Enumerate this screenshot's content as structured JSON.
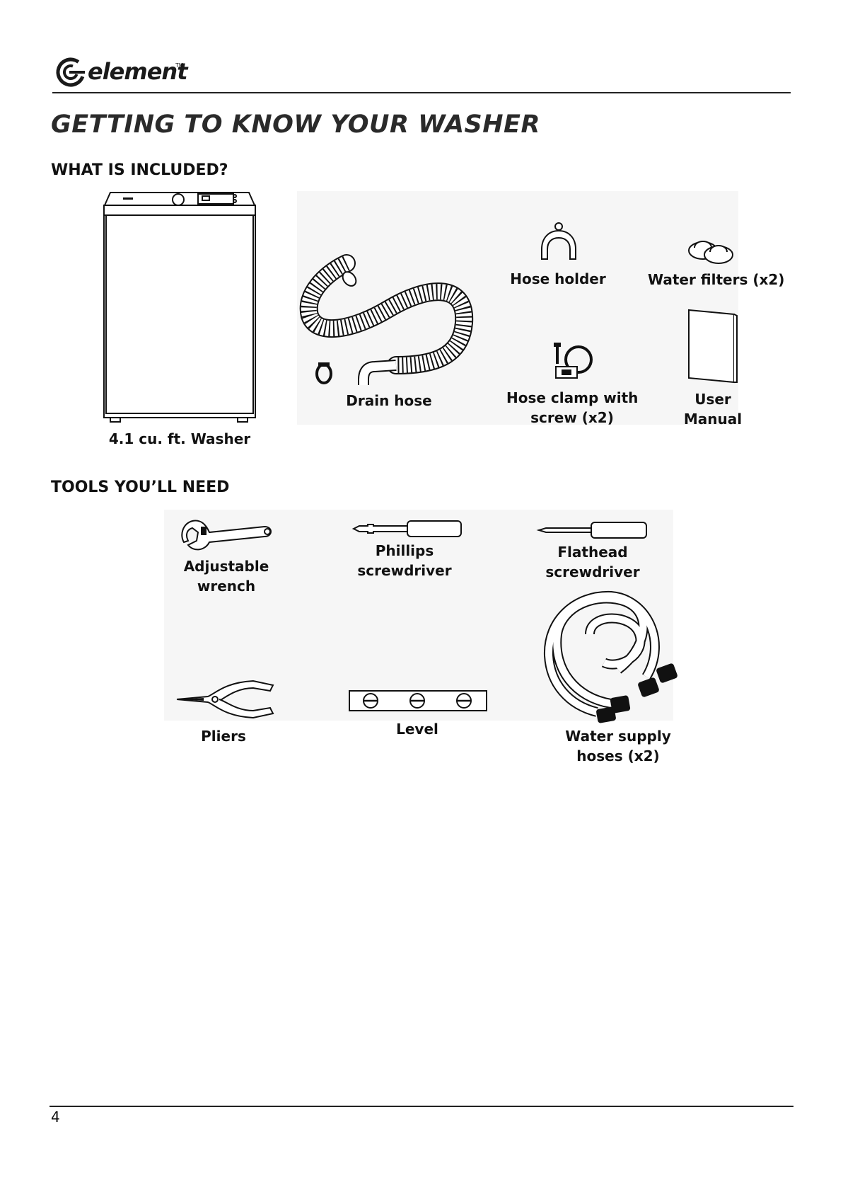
{
  "header": {
    "brand": "element",
    "trademark": "TM"
  },
  "page_title": "GETTING TO KNOW YOUR WASHER",
  "included": {
    "heading": "WHAT IS INCLUDED?",
    "items": [
      {
        "label": "4.1 cu. ft. Washer",
        "icon": "washer-icon"
      },
      {
        "label": "Drain hose",
        "icon": "drain-hose-icon"
      },
      {
        "label": "Hose holder",
        "icon": "hose-holder-icon"
      },
      {
        "label": "Water filters (x2)",
        "icon": "water-filters-icon"
      },
      {
        "label_line1": "Hose clamp with",
        "label_line2": "screw (x2)",
        "icon": "hose-clamp-icon"
      },
      {
        "label_line1": "User",
        "label_line2": "Manual",
        "icon": "user-manual-icon"
      }
    ]
  },
  "tools": {
    "heading": "TOOLS YOU’LL NEED",
    "items": [
      {
        "label_line1": "Adjustable",
        "label_line2": "wrench",
        "icon": "adjustable-wrench-icon"
      },
      {
        "label_line1": "Phillips",
        "label_line2": "screwdriver",
        "icon": "phillips-screwdriver-icon"
      },
      {
        "label_line1": "Flathead",
        "label_line2": "screwdriver",
        "icon": "flathead-screwdriver-icon"
      },
      {
        "label": "Pliers",
        "icon": "pliers-icon"
      },
      {
        "label": "Level",
        "icon": "level-icon"
      },
      {
        "label_line1": "Water supply",
        "label_line2": "hoses (x2)",
        "icon": "water-supply-hoses-icon"
      }
    ]
  },
  "footer": {
    "page_number": "4"
  }
}
